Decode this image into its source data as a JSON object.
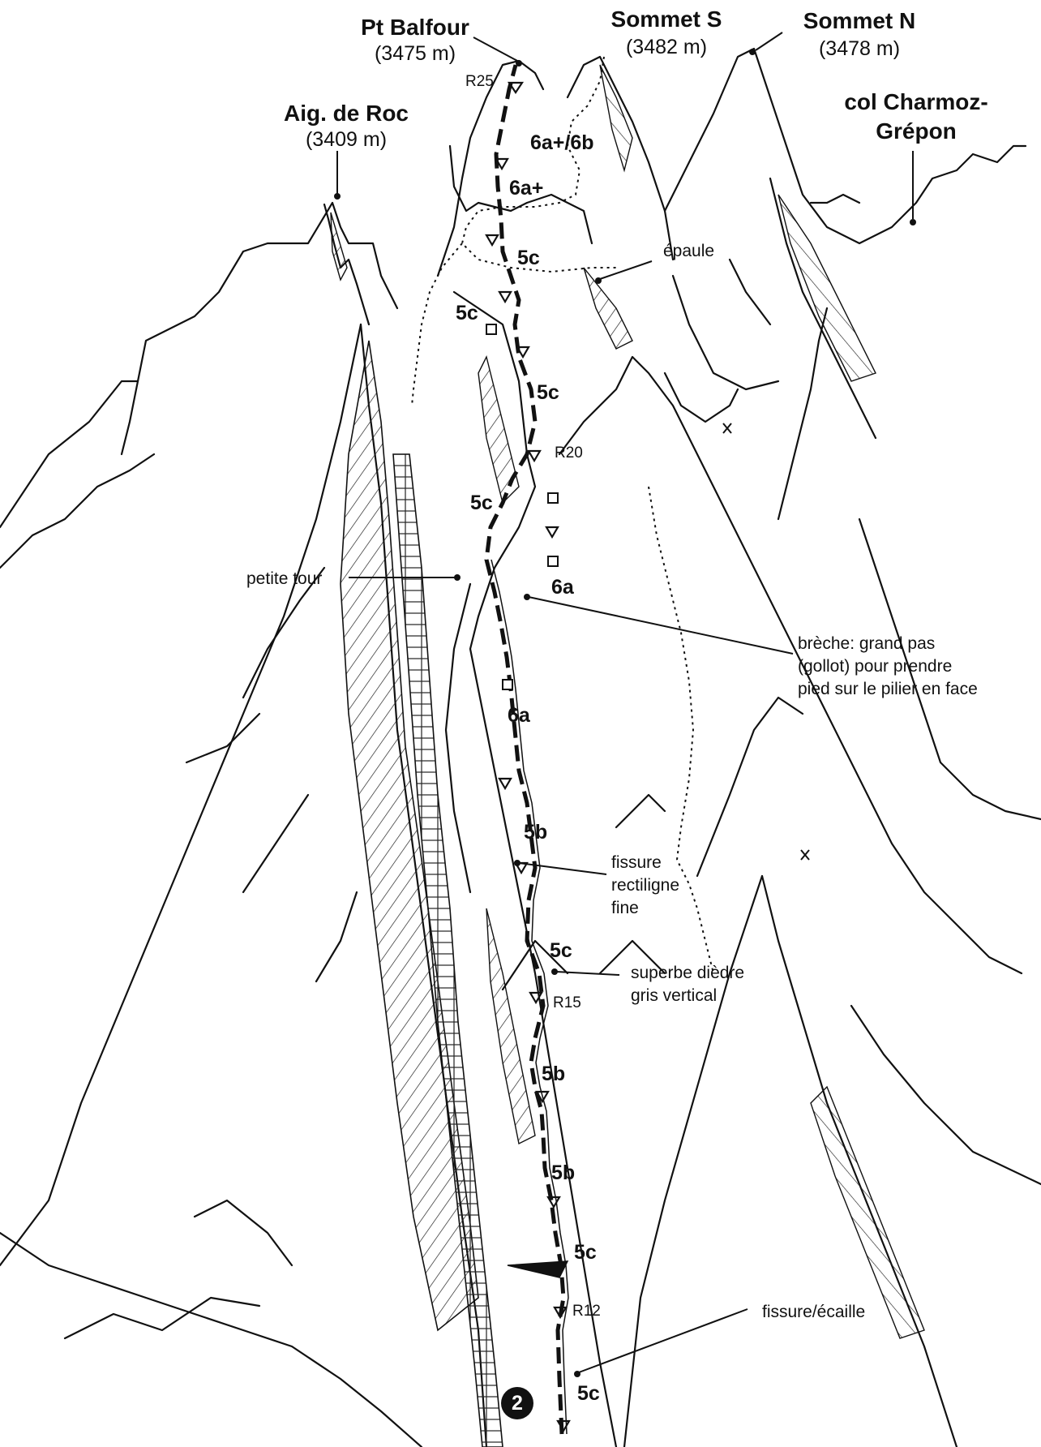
{
  "peaks": {
    "pt_balfour": {
      "name": "Pt Balfour",
      "alt": "(3475 m)"
    },
    "sommet_s": {
      "name": "Sommet S",
      "alt": "(3482 m)"
    },
    "sommet_n": {
      "name": "Sommet N",
      "alt": "(3478 m)"
    },
    "aig_de_roc": {
      "name": "Aig. de Roc",
      "alt": "(3409 m)"
    },
    "col": {
      "line1": "col Charmoz-",
      "line2": "Grépon"
    }
  },
  "notes": {
    "epaule": "épaule",
    "petite_tour": "petite tour",
    "breche": [
      "brèche: grand pas",
      "(gollot) pour prendre",
      "pied sur le pilier en face"
    ],
    "fissure_rect": [
      "fissure",
      "rectiligne",
      "fine"
    ],
    "diedre": [
      "superbe dièdre",
      "gris vertical"
    ],
    "fissure_ecaille": "fissure/écaille"
  },
  "relays": {
    "r25": "R25",
    "r20": "R20",
    "r15": "R15",
    "r12": "R12"
  },
  "grades": {
    "g1": "6a+/6b",
    "g2": "6a+",
    "g3": "5c",
    "g4": "5c",
    "g5": "5c",
    "g6": "5c",
    "g7": "6a",
    "g8": "6a",
    "g9": "5b",
    "g10": "5c",
    "g11": "5b",
    "g12": "5b",
    "g13": "5c",
    "g14": "5c"
  },
  "start_marker": "2",
  "colors": {
    "ink": "#111111",
    "paper": "#ffffff"
  },
  "icons": [
    "relay-triangle-icon",
    "piton-square-icon",
    "cross-mark-icon",
    "dot-pointer-icon"
  ]
}
